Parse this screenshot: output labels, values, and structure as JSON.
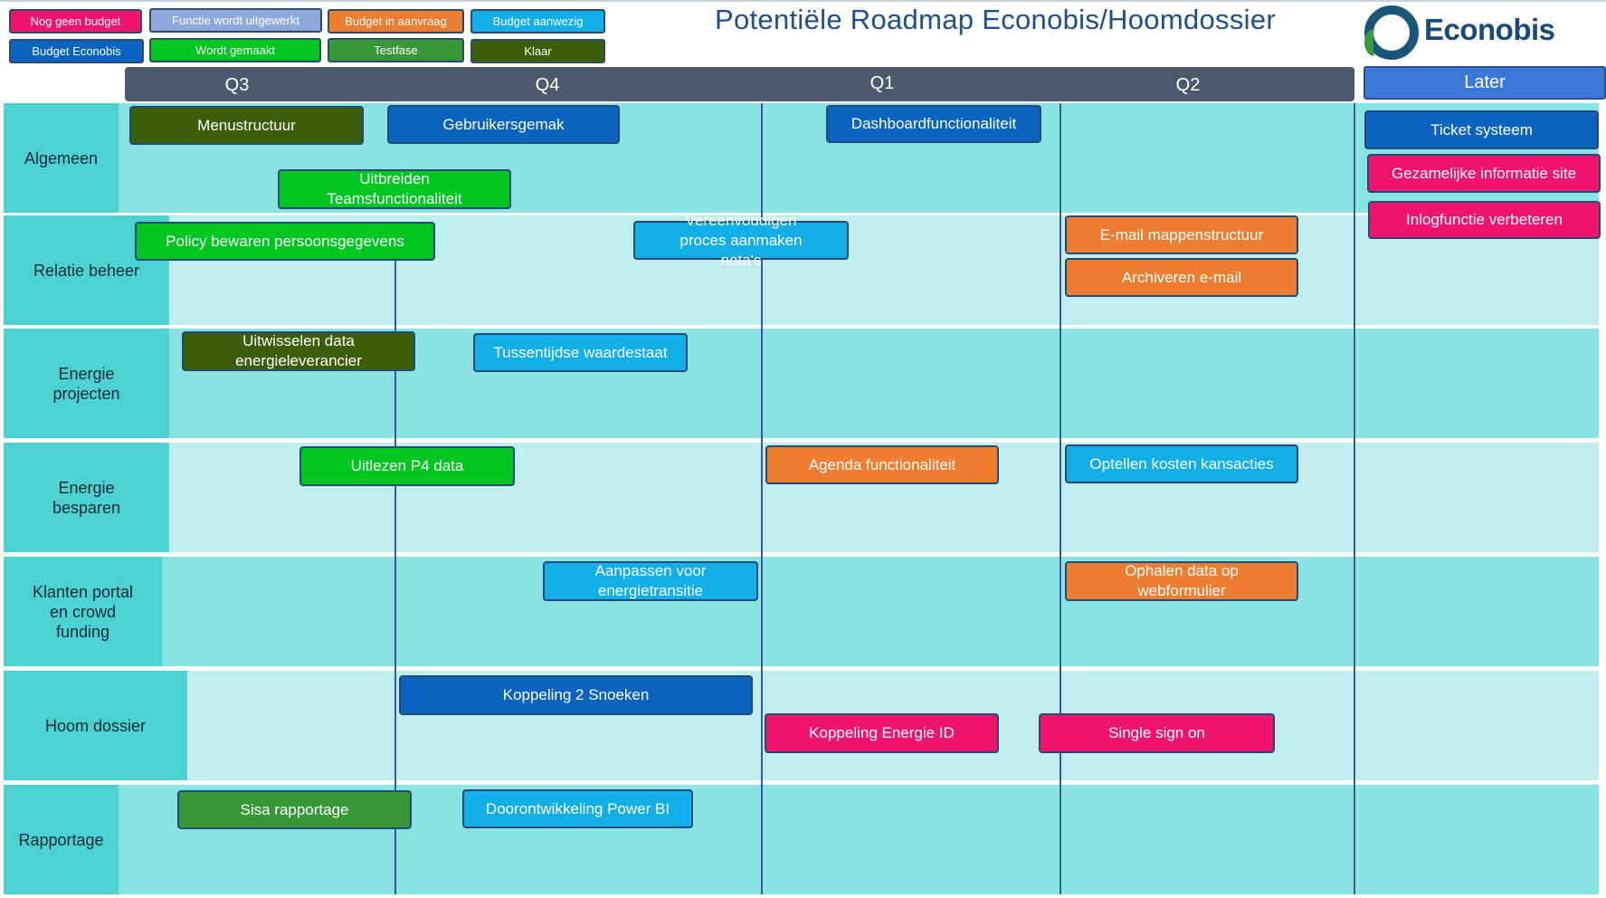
{
  "header": {
    "title": "Potentiële Roadmap Econobis/Hoomdossier",
    "logo_text": "Econobis"
  },
  "legend": [
    {
      "label": "Nog geen budget",
      "color": "#f0146e"
    },
    {
      "label": "Functie wordt uitgewerkt",
      "color": "#8fa8dc"
    },
    {
      "label": "Budget in aanvraag",
      "color": "#ed7d31"
    },
    {
      "label": "Budget aanwezig",
      "color": "#12aee8"
    },
    {
      "label": "Budget Econobis",
      "color": "#0b63c0"
    },
    {
      "label": "Wordt gemaakt",
      "color": "#00c621"
    },
    {
      "label": "Testfase",
      "color": "#389838"
    },
    {
      "label": "Klaar",
      "color": "#3a5e0a"
    }
  ],
  "timeline": {
    "quarters": [
      "Q3",
      "Q4",
      "Q1",
      "Q2"
    ],
    "later": "Later"
  },
  "lanes": [
    {
      "label": "Algemeen"
    },
    {
      "label": "Relatie beheer"
    },
    {
      "label": "Energie projecten"
    },
    {
      "label": "Energie besparen"
    },
    {
      "label": "Klanten portal en crowd funding"
    },
    {
      "label": "Hoom dossier"
    },
    {
      "label": "Rapportage"
    }
  ],
  "tasks": [
    {
      "label": "Menustructuur",
      "status": "Klaar"
    },
    {
      "label": "Gebruikersgemak",
      "status": "Budget Econobis"
    },
    {
      "label": "Dashboardfunctionaliteit",
      "status": "Budget Econobis"
    },
    {
      "label": "Uitbreiden Teamsfunctionaliteit",
      "status": "Wordt gemaakt"
    },
    {
      "label": "Ticket systeem",
      "status": "Budget Econobis"
    },
    {
      "label": "Gezamelijke informatie site",
      "status": "Nog geen budget"
    },
    {
      "label": "Inlogfunctie verbeteren",
      "status": "Nog geen budget"
    },
    {
      "label": "Policy bewaren persoonsgegevens",
      "status": "Wordt gemaakt"
    },
    {
      "label": "Vereenvoudigen proces aanmaken nota's",
      "status": "Budget aanwezig"
    },
    {
      "label": "E-mail mappenstructuur",
      "status": "Budget in aanvraag"
    },
    {
      "label": "Archiveren e-mail",
      "status": "Budget in aanvraag"
    },
    {
      "label": "Uitwisselen data energieleverancier",
      "status": "Klaar"
    },
    {
      "label": "Tussentijdse waardestaat",
      "status": "Budget aanwezig"
    },
    {
      "label": "Uitlezen P4 data",
      "status": "Wordt gemaakt"
    },
    {
      "label": "Agenda functionaliteit",
      "status": "Budget in aanvraag"
    },
    {
      "label": "Optellen kosten kansacties",
      "status": "Budget aanwezig"
    },
    {
      "label": "Aanpassen voor energietransitie",
      "status": "Budget aanwezig"
    },
    {
      "label": "Ophalen data op webformulier",
      "status": "Budget in aanvraag"
    },
    {
      "label": "Koppeling 2 Snoeken",
      "status": "Budget Econobis"
    },
    {
      "label": "Koppeling Energie ID",
      "status": "Nog geen budget"
    },
    {
      "label": "Single sign on",
      "status": "Nog geen budget"
    },
    {
      "label": "Sisa rapportage",
      "status": "Testfase"
    },
    {
      "label": "Doorontwikkeling Power BI",
      "status": "Budget aanwezig"
    }
  ]
}
